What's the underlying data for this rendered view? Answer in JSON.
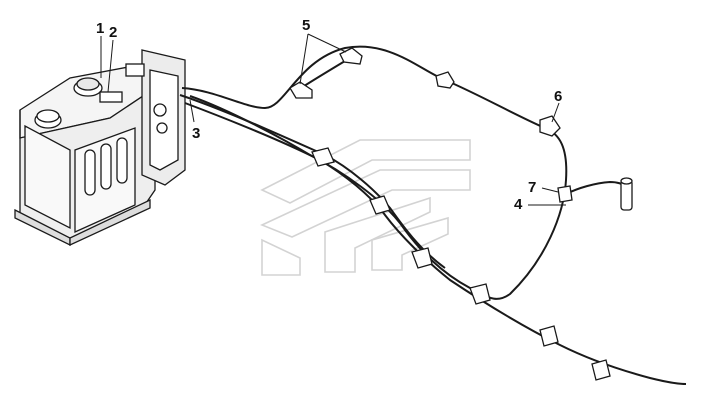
{
  "callouts": [
    {
      "id": "1",
      "label": "1"
    },
    {
      "id": "2",
      "label": "2"
    },
    {
      "id": "3",
      "label": "3"
    },
    {
      "id": "4",
      "label": "4"
    },
    {
      "id": "5",
      "label": "5"
    },
    {
      "id": "6",
      "label": "6"
    },
    {
      "id": "7",
      "label": "7"
    }
  ],
  "colors": {
    "line": "#1a1a1a",
    "part": "#f2f2f2",
    "watermark": "#d8d8d8"
  }
}
